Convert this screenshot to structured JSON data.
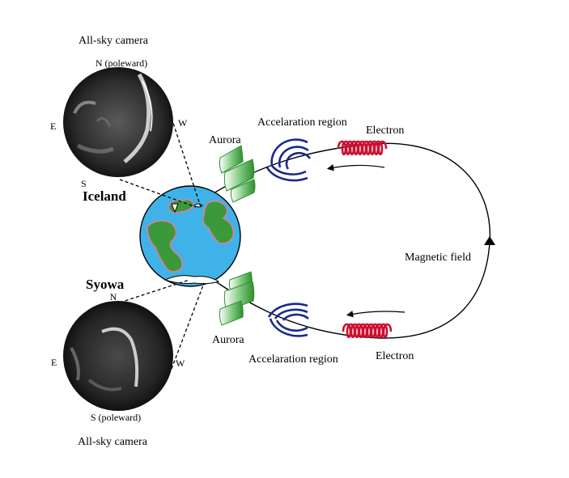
{
  "labels": {
    "top_camera_title": "All-sky camera",
    "top_camera_north": "N (poleward)",
    "top_camera_east": "E",
    "top_camera_west": "W",
    "top_camera_south": "S",
    "bottom_camera_title": "All-sky camera",
    "bottom_camera_north": "N",
    "bottom_camera_east": "E",
    "bottom_camera_west": "W",
    "bottom_camera_south": "S (poleward)",
    "iceland": "Iceland",
    "syowa": "Syowa",
    "aurora_top": "Aurora",
    "aurora_bottom": "Aurora",
    "accel_top": "Accelaration region",
    "accel_bottom": "Accelaration region",
    "electron_top": "Electron",
    "electron_bottom": "Electron",
    "magnetic_field": "Magnetic field"
  },
  "colors": {
    "ocean": "#3fb3e8",
    "land": "#3a9a3a",
    "coast": "#e07aa0",
    "aurora_green": "#3fa33f",
    "accel_blue": "#1a2a8a",
    "electron_red": "#cc1030",
    "camera_sky": "#2a2a2a"
  }
}
